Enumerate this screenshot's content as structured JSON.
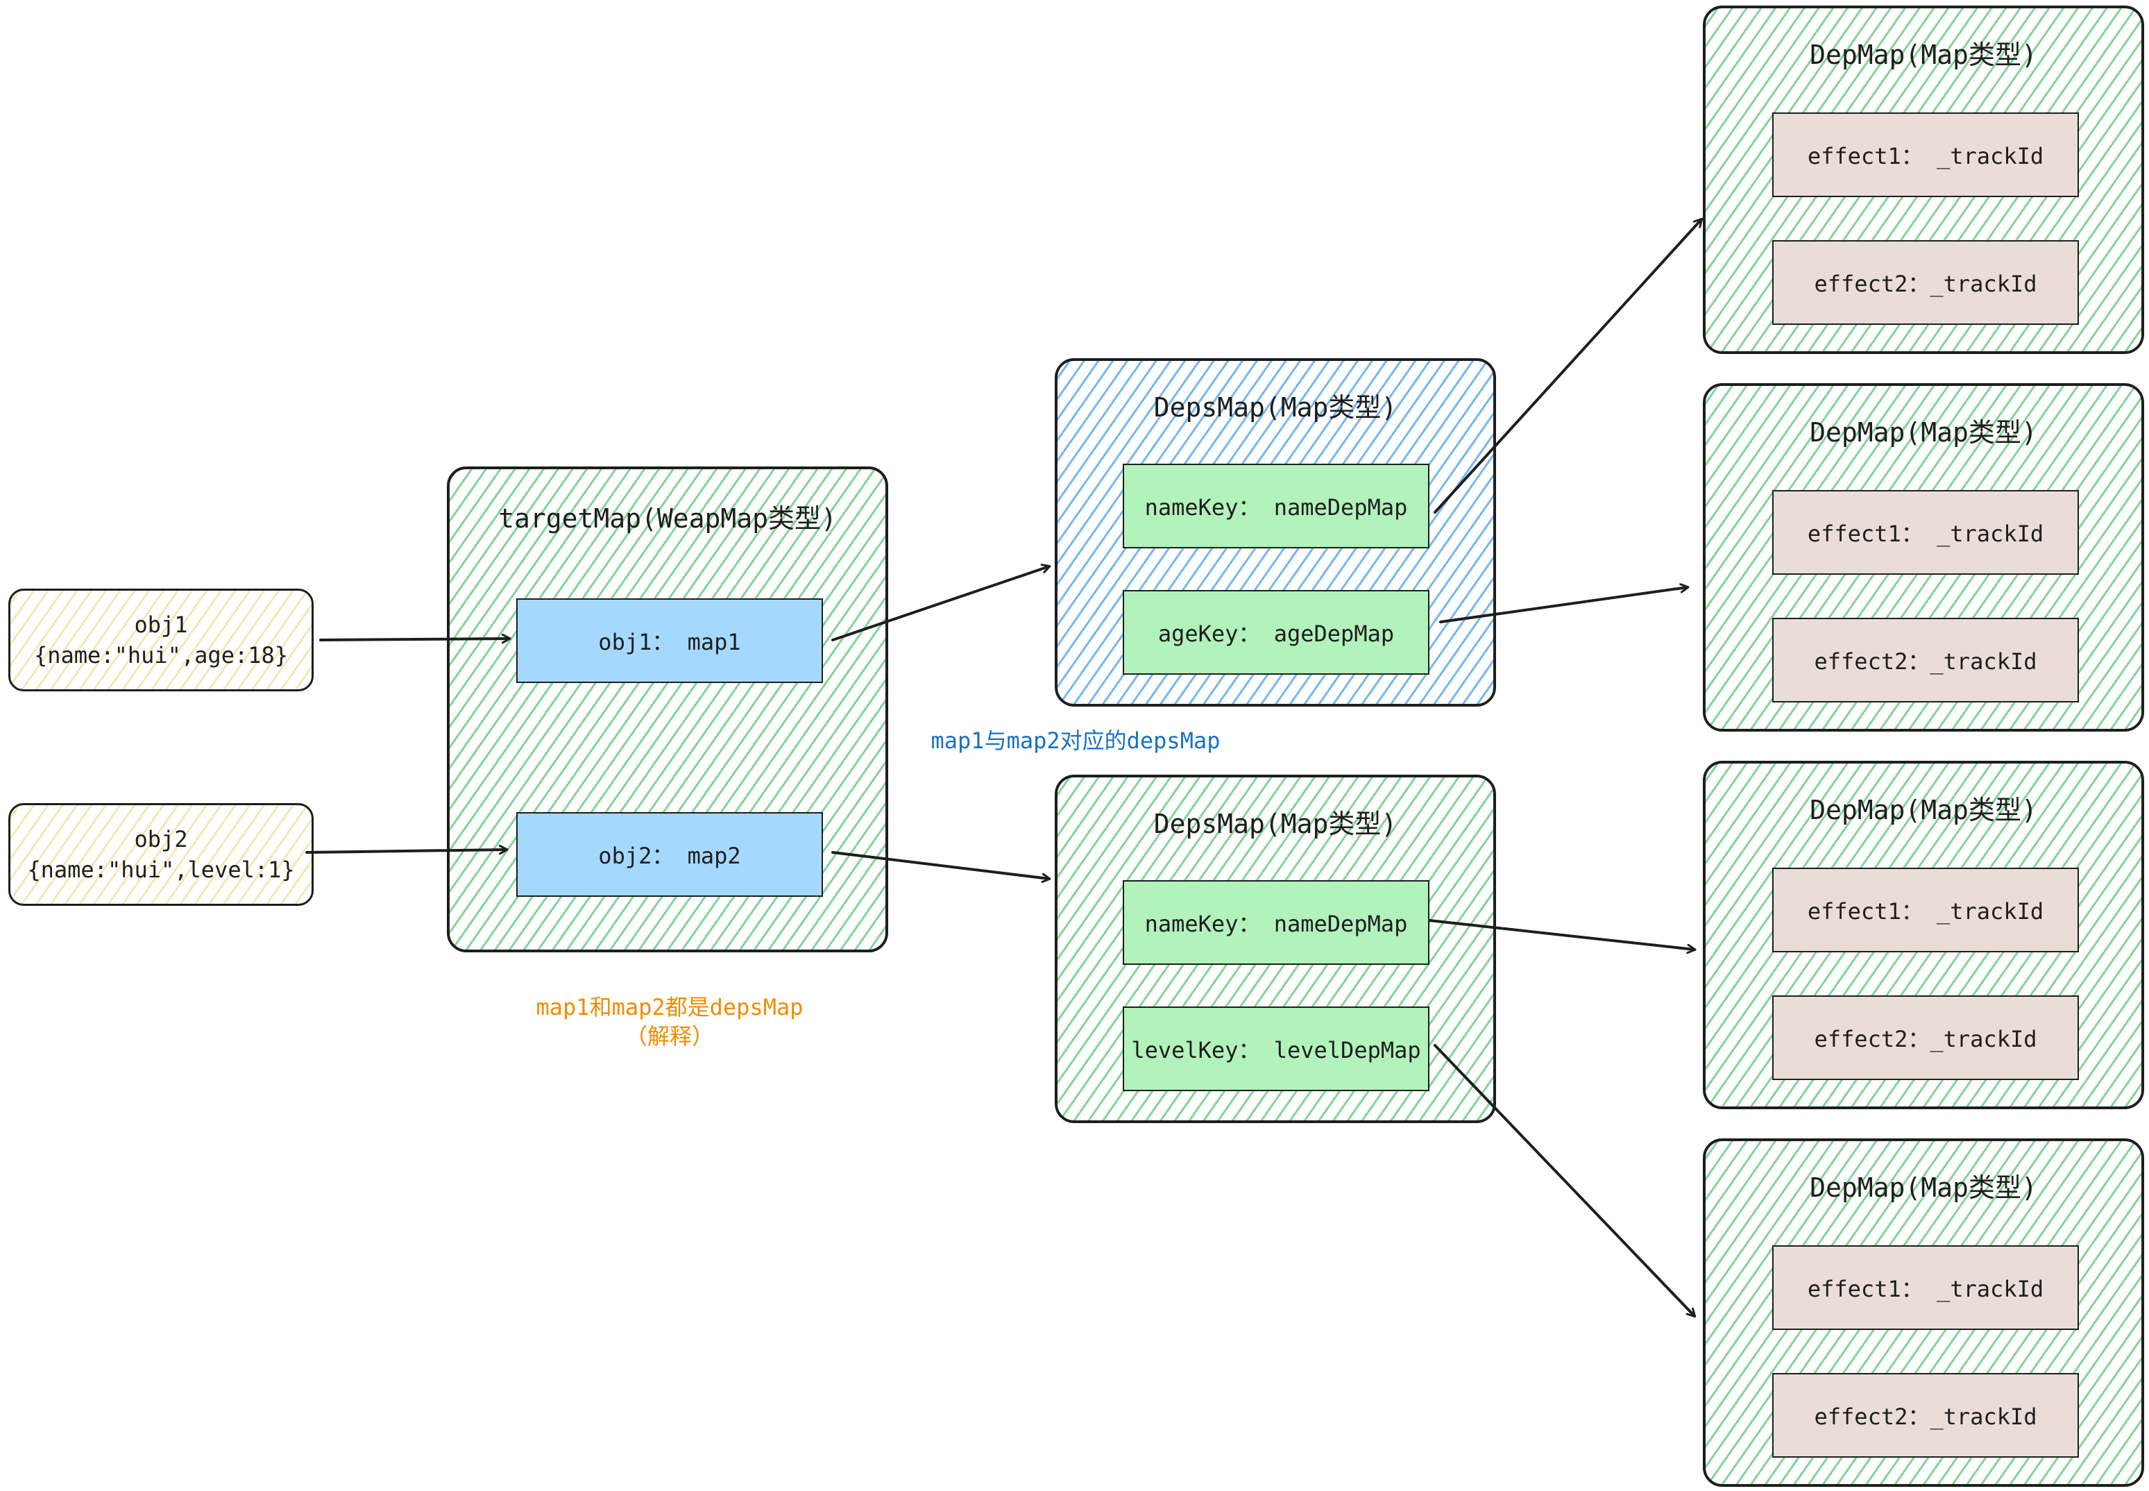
{
  "objects": [
    {
      "name": "obj1",
      "value": "{name:\"hui\",age:18}"
    },
    {
      "name": "obj2",
      "value": "{name:\"hui\",level:1}"
    }
  ],
  "target_map": {
    "title": "targetMap(WeapMap类型)",
    "entries": [
      "obj1： map1",
      "obj2： map2"
    ]
  },
  "deps_maps": [
    {
      "title": "DepsMap(Map类型)",
      "entries": [
        "nameKey： nameDepMap",
        "ageKey： ageDepMap"
      ]
    },
    {
      "title": "DepsMap(Map类型)",
      "entries": [
        "nameKey： nameDepMap",
        "levelKey： levelDepMap"
      ]
    }
  ],
  "dep_maps": [
    {
      "title": "DepMap(Map类型)",
      "entries": [
        "effect1： _trackId",
        "effect2：_trackId"
      ]
    },
    {
      "title": "DepMap(Map类型)",
      "entries": [
        "effect1： _trackId",
        "effect2：_trackId"
      ]
    },
    {
      "title": "DepMap(Map类型)",
      "entries": [
        "effect1： _trackId",
        "effect2：_trackId"
      ]
    },
    {
      "title": "DepMap(Map类型)",
      "entries": [
        "effect1： _trackId",
        "effect2：_trackId"
      ]
    }
  ],
  "notes": {
    "depsmap_note": "map1与map2对应的depsMap",
    "targetmap_note_line1": "map1和map2都是depsMap",
    "targetmap_note_line2": "（解释）"
  },
  "colors": {
    "stroke": "#1e1e1e",
    "entry_blue": "#a5d8ff",
    "entry_green": "#b2f2bb",
    "entry_brown": "#eaddd7",
    "note_blue": "#1971c2",
    "note_orange": "#f08c00"
  }
}
